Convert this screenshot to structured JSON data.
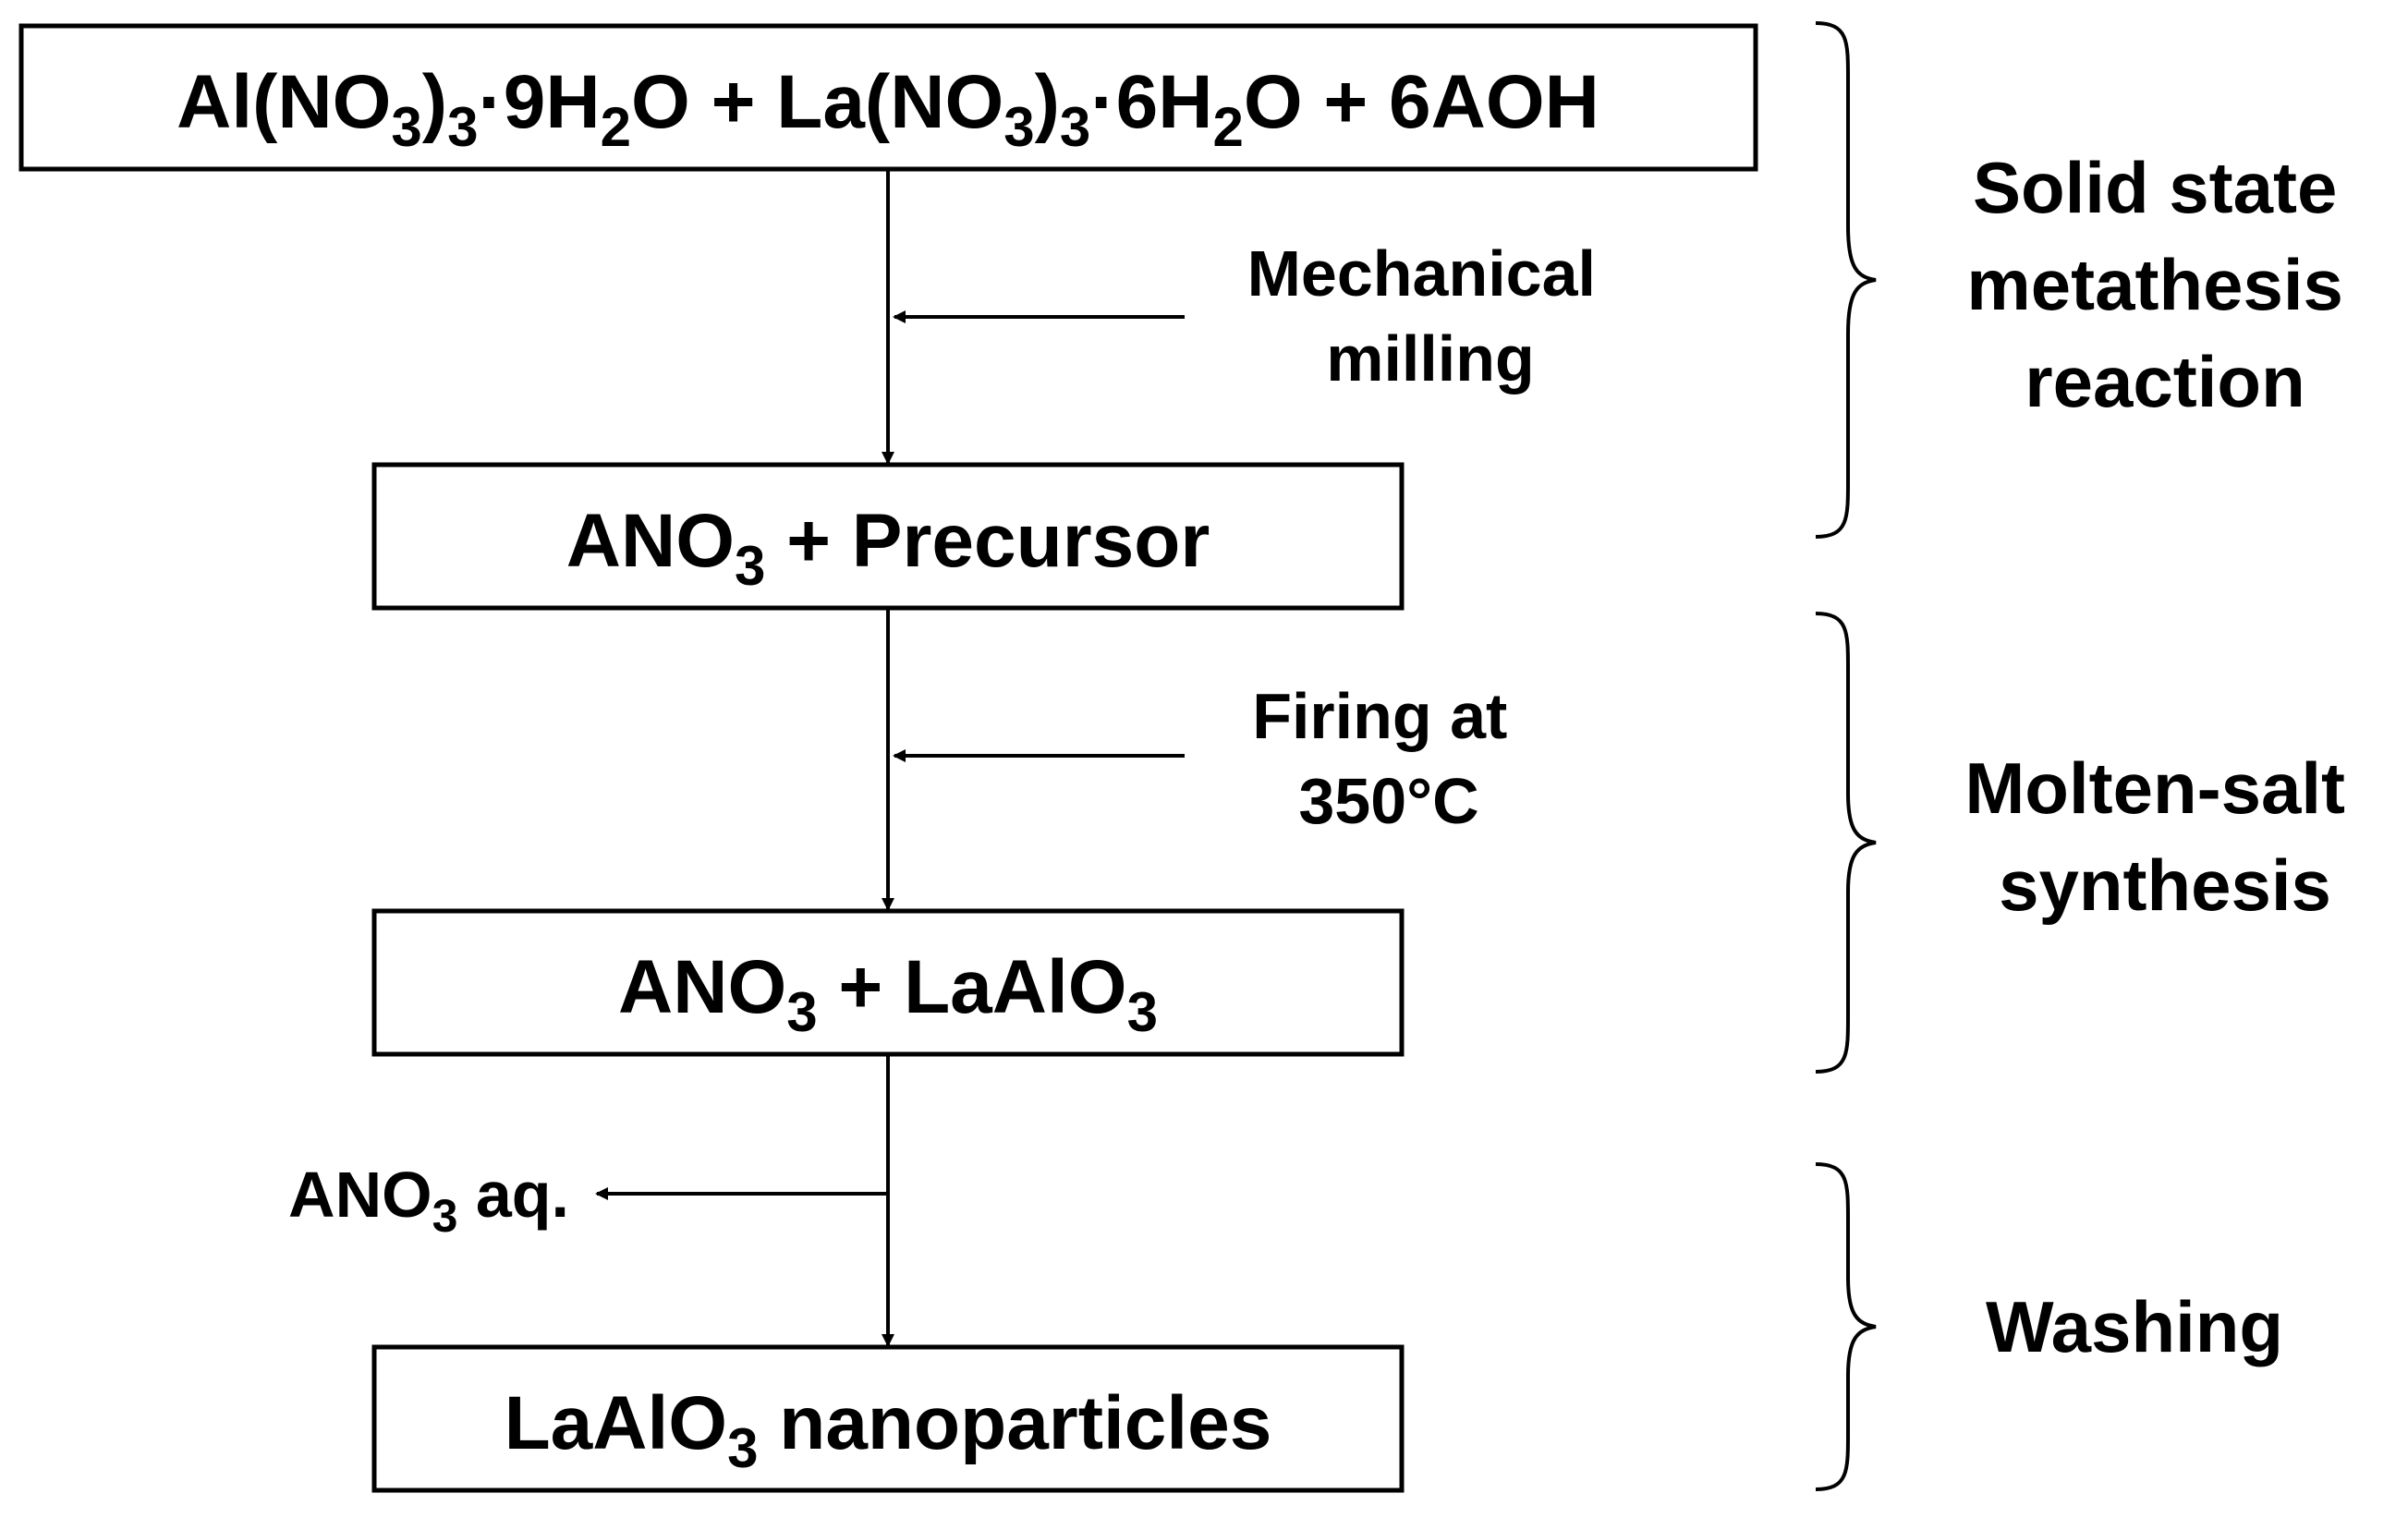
{
  "boxes": {
    "reactants": {
      "p1": "Al(NO",
      "s1": "3",
      "p2": ")",
      "s2": "3",
      "p3": "·9H",
      "s3": "2",
      "p4": "O + La(NO",
      "s4": "3",
      "p5": ")",
      "s5": "3",
      "p6": "·6H",
      "s6": "2",
      "p7": "O + 6AOH"
    },
    "intermediate1": {
      "p1": "ANO",
      "s1": "3",
      "p2": " + Precursor"
    },
    "intermediate2": {
      "p1": "ANO",
      "s1": "3",
      "p2": " + LaAlO",
      "s2": "3"
    },
    "product": {
      "p1": "LaAlO",
      "s1": "3",
      "p2": " nanoparticles"
    }
  },
  "steps": {
    "milling": {
      "line1": "Mechanical",
      "line2": "milling"
    },
    "firing": {
      "line1": "Firing at",
      "line2": "350°C"
    }
  },
  "side_output": {
    "p1": "ANO",
    "s1": "3",
    "p2": " aq."
  },
  "stages": {
    "metathesis": {
      "line1": "Solid state",
      "line2": "metathesis",
      "line3": "reaction"
    },
    "molten_salt": {
      "line1": "Molten-salt",
      "line2": "synthesis"
    },
    "washing": {
      "line1": "Washing"
    }
  }
}
